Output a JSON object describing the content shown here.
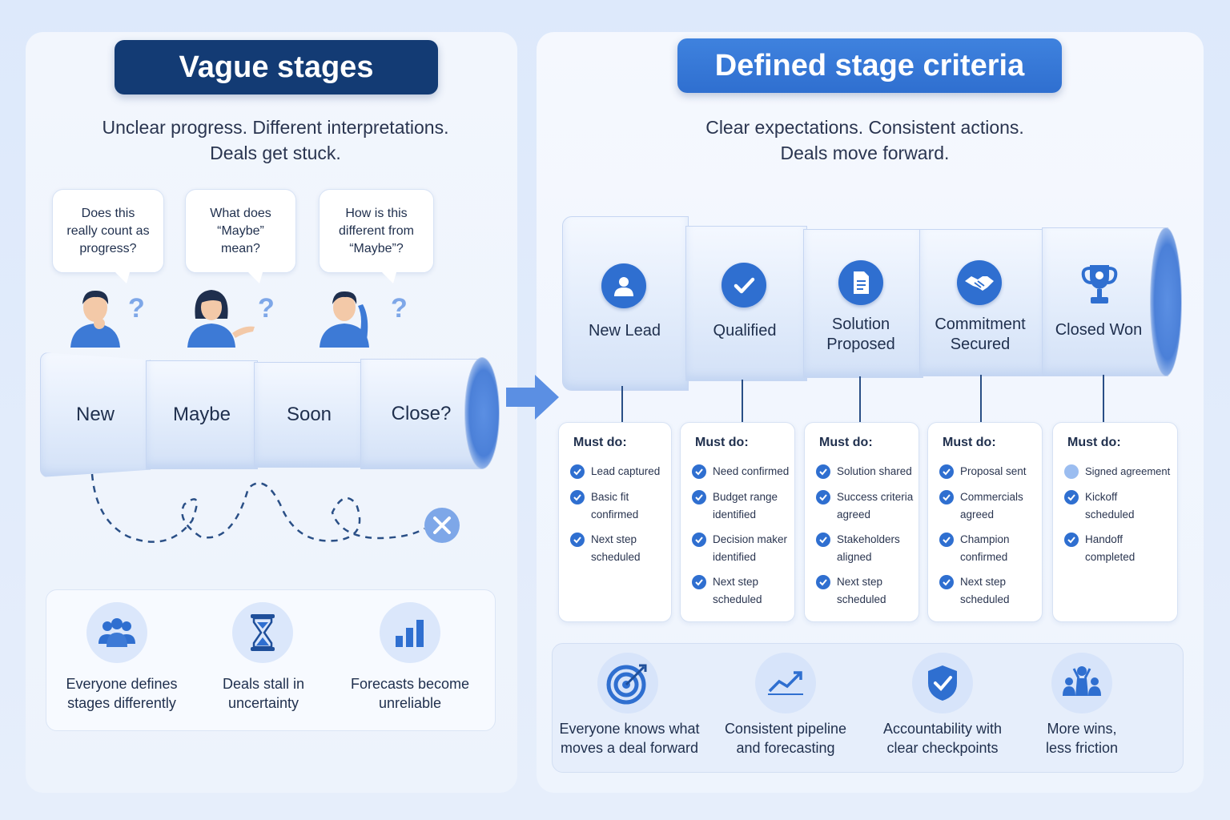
{
  "left": {
    "title": "Vague stages",
    "subtitle_line1": "Unclear progress. Different interpretations.",
    "subtitle_line2": "Deals get stuck.",
    "bubbles": [
      {
        "line1": "Does this",
        "line2": "really count as",
        "line3": "progress?"
      },
      {
        "line1": "What does",
        "line2": "“Maybe”",
        "line3": "mean?"
      },
      {
        "line1": "How is this",
        "line2": "different from",
        "line3": "“Maybe”?"
      }
    ],
    "question_mark": "?",
    "stages": [
      "New",
      "Maybe",
      "Soon",
      "Close?"
    ],
    "problems": [
      {
        "icon": "group-icon",
        "line1": "Everyone defines",
        "line2": "stages differently"
      },
      {
        "icon": "hourglass-icon",
        "line1": "Deals stall in",
        "line2": "uncertainty"
      },
      {
        "icon": "bar-chart-icon",
        "line1": "Forecasts become",
        "line2": "unreliable"
      }
    ]
  },
  "right": {
    "title": "Defined stage criteria",
    "subtitle_line1": "Clear expectations. Consistent actions.",
    "subtitle_line2": "Deals move forward.",
    "stages": [
      {
        "icon": "person-icon",
        "line1": "New Lead",
        "line2": ""
      },
      {
        "icon": "checkmark-icon",
        "line1": "Qualified",
        "line2": ""
      },
      {
        "icon": "document-icon",
        "line1": "Solution",
        "line2": "Proposed"
      },
      {
        "icon": "handshake-icon",
        "line1": "Commitment",
        "line2": "Secured"
      },
      {
        "icon": "trophy-icon",
        "line1": "Closed Won",
        "line2": ""
      }
    ],
    "must_do_label": "Must do:",
    "criteria": [
      [
        [
          "Lead captured"
        ],
        [
          "Basic fit",
          "confirmed"
        ],
        [
          "Next step",
          "scheduled"
        ]
      ],
      [
        [
          "Need confirmed"
        ],
        [
          "Budget range",
          "identified"
        ],
        [
          "Decision maker",
          "identified"
        ],
        [
          "Next step",
          "scheduled"
        ]
      ],
      [
        [
          "Solution shared"
        ],
        [
          "Success criteria",
          "agreed"
        ],
        [
          "Stakeholders",
          "aligned"
        ],
        [
          "Next step",
          "scheduled"
        ]
      ],
      [
        [
          "Proposal sent"
        ],
        [
          "Commercials",
          "agreed"
        ],
        [
          "Champion",
          "confirmed"
        ],
        [
          "Next step",
          "scheduled"
        ]
      ],
      [
        [
          "Signed agreement"
        ],
        [
          "Kickoff",
          "scheduled"
        ],
        [
          "Handoff",
          "completed"
        ]
      ]
    ],
    "benefits": [
      {
        "icon": "target-icon",
        "line1": "Everyone knows what",
        "line2": "moves a deal forward"
      },
      {
        "icon": "trend-up-icon",
        "line1": "Consistent pipeline",
        "line2": "and forecasting"
      },
      {
        "icon": "shield-check-icon",
        "line1": "Accountability with",
        "line2": "clear checkpoints"
      },
      {
        "icon": "celebrating-team-icon",
        "line1": "More wins,",
        "line2": "less friction"
      }
    ]
  },
  "colors": {
    "navy": "#133b74",
    "blue": "#2f6fd0",
    "light_blue": "#7ea7e8",
    "text": "#1f2f4d"
  }
}
